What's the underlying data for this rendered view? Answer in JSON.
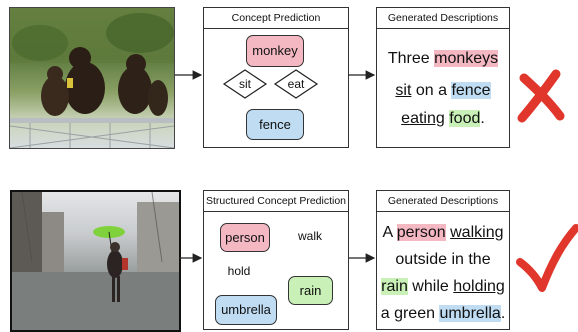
{
  "top": {
    "concept_title": "Concept Prediction",
    "desc_title": "Generated Descriptions",
    "concepts": {
      "monkey": "monkey",
      "sit": "sit",
      "eat": "eat",
      "fence": "fence"
    },
    "description": {
      "l1_a": "Three ",
      "l1_b": "monkeys",
      "l2_a": "sit",
      "l2_b": " on a ",
      "l2_c": "fence",
      "l3_a": "eating",
      "l3_b": " ",
      "l3_c": "food",
      "l3_d": "."
    },
    "verdict_color": "#e0362c"
  },
  "bottom": {
    "concept_title": "Structured Concept Prediction",
    "desc_title": "Generated Descriptions",
    "concepts": {
      "person": "person",
      "walk": "walk",
      "hold": "hold",
      "rain": "rain",
      "umbrella": "umbrella"
    },
    "description": {
      "l1_a": "A ",
      "l1_b": "person",
      "l1_c": " ",
      "l1_d": "walking",
      "l2": "outside in the",
      "l3_a": "rain",
      "l3_b": " while ",
      "l3_c": "holding",
      "l4_a": "a green ",
      "l4_b": "umbrella",
      "l4_c": "."
    },
    "verdict_color": "#e0362c"
  },
  "colors": {
    "pink": "#f4b8c3",
    "blue": "#bfdcf3",
    "green": "#c9f0b6",
    "arrow_red": "#d12a2a"
  }
}
